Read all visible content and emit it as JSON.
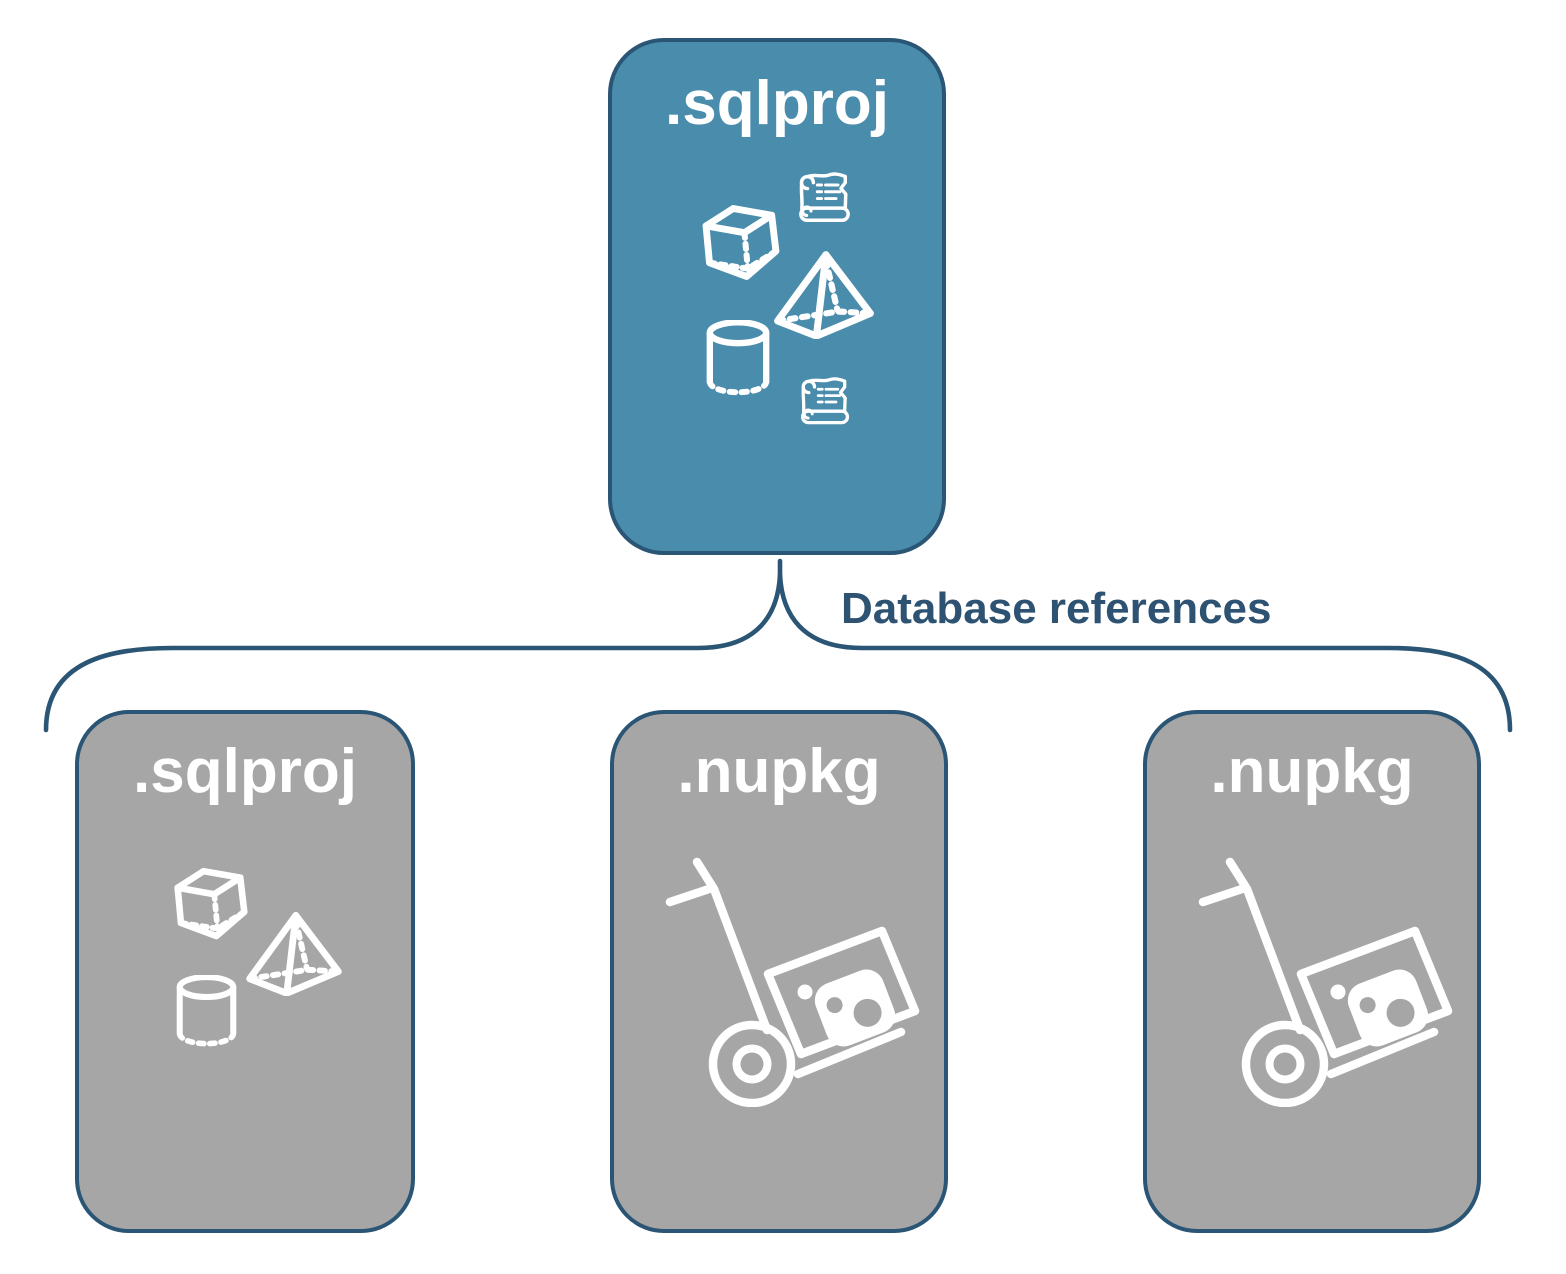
{
  "connector": {
    "label": "Database references"
  },
  "top_card": {
    "title": ".sqlproj",
    "icons": [
      "sql-script-scroll-icon",
      "cube-icon",
      "pyramid-icon",
      "database-cylinder-icon",
      "sql-script-scroll-icon"
    ]
  },
  "bottom_cards": [
    {
      "title": ".sqlproj",
      "icons": [
        "cube-icon",
        "pyramid-icon",
        "database-cylinder-icon"
      ]
    },
    {
      "title": ".nupkg",
      "icons": [
        "nuget-package-handtruck-icon"
      ]
    },
    {
      "title": ".nupkg",
      "icons": [
        "nuget-package-handtruck-icon"
      ]
    }
  ],
  "colors": {
    "main_card_fill": "#4a8cac",
    "reference_card_fill": "#a6a6a6",
    "outline_blue": "#2b5574",
    "label_text": "#2d5272",
    "icon_stroke": "#ffffff"
  }
}
